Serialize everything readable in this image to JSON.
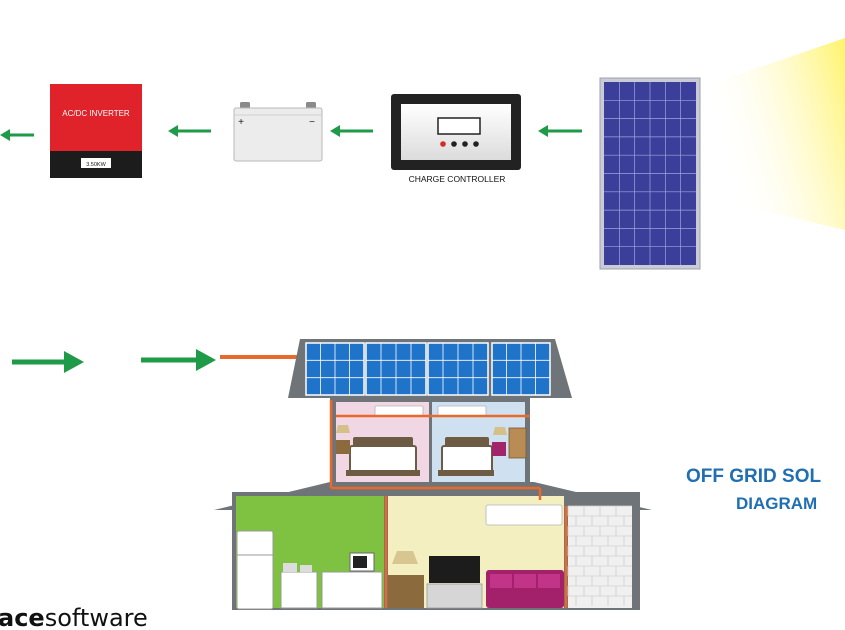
{
  "components": {
    "inverter": {
      "label": "AC/DC INVERTER",
      "rating": "3.50KW"
    },
    "battery": {
      "plus": "+",
      "minus": "−"
    },
    "charge_controller": {
      "label": "CHARGE CONTROLLER"
    }
  },
  "title": {
    "line1": "OFF GRID SOL",
    "line2": "DIAGRAM"
  },
  "brand": {
    "bold_part": "ace",
    "regular_part": "software"
  },
  "colors": {
    "arrow": "#1e9a48",
    "inverter_red": "#e0222a",
    "panel_blue": "#3b3f9a",
    "roof_panel_blue": "#1f73c8",
    "wire_orange": "#e8692a",
    "title_blue": "#1f6fb2",
    "sun_beam": "#fff7a8"
  },
  "icons": [
    "sun-beam",
    "solar-panel-icon",
    "charge-controller-icon",
    "battery-icon",
    "inverter-icon",
    "flow-arrow-icon",
    "house-icon",
    "bed-icon",
    "fridge-icon",
    "stove-icon",
    "microwave-icon",
    "tv-icon",
    "sofa-icon",
    "lamp-icon",
    "air-conditioner-icon"
  ]
}
